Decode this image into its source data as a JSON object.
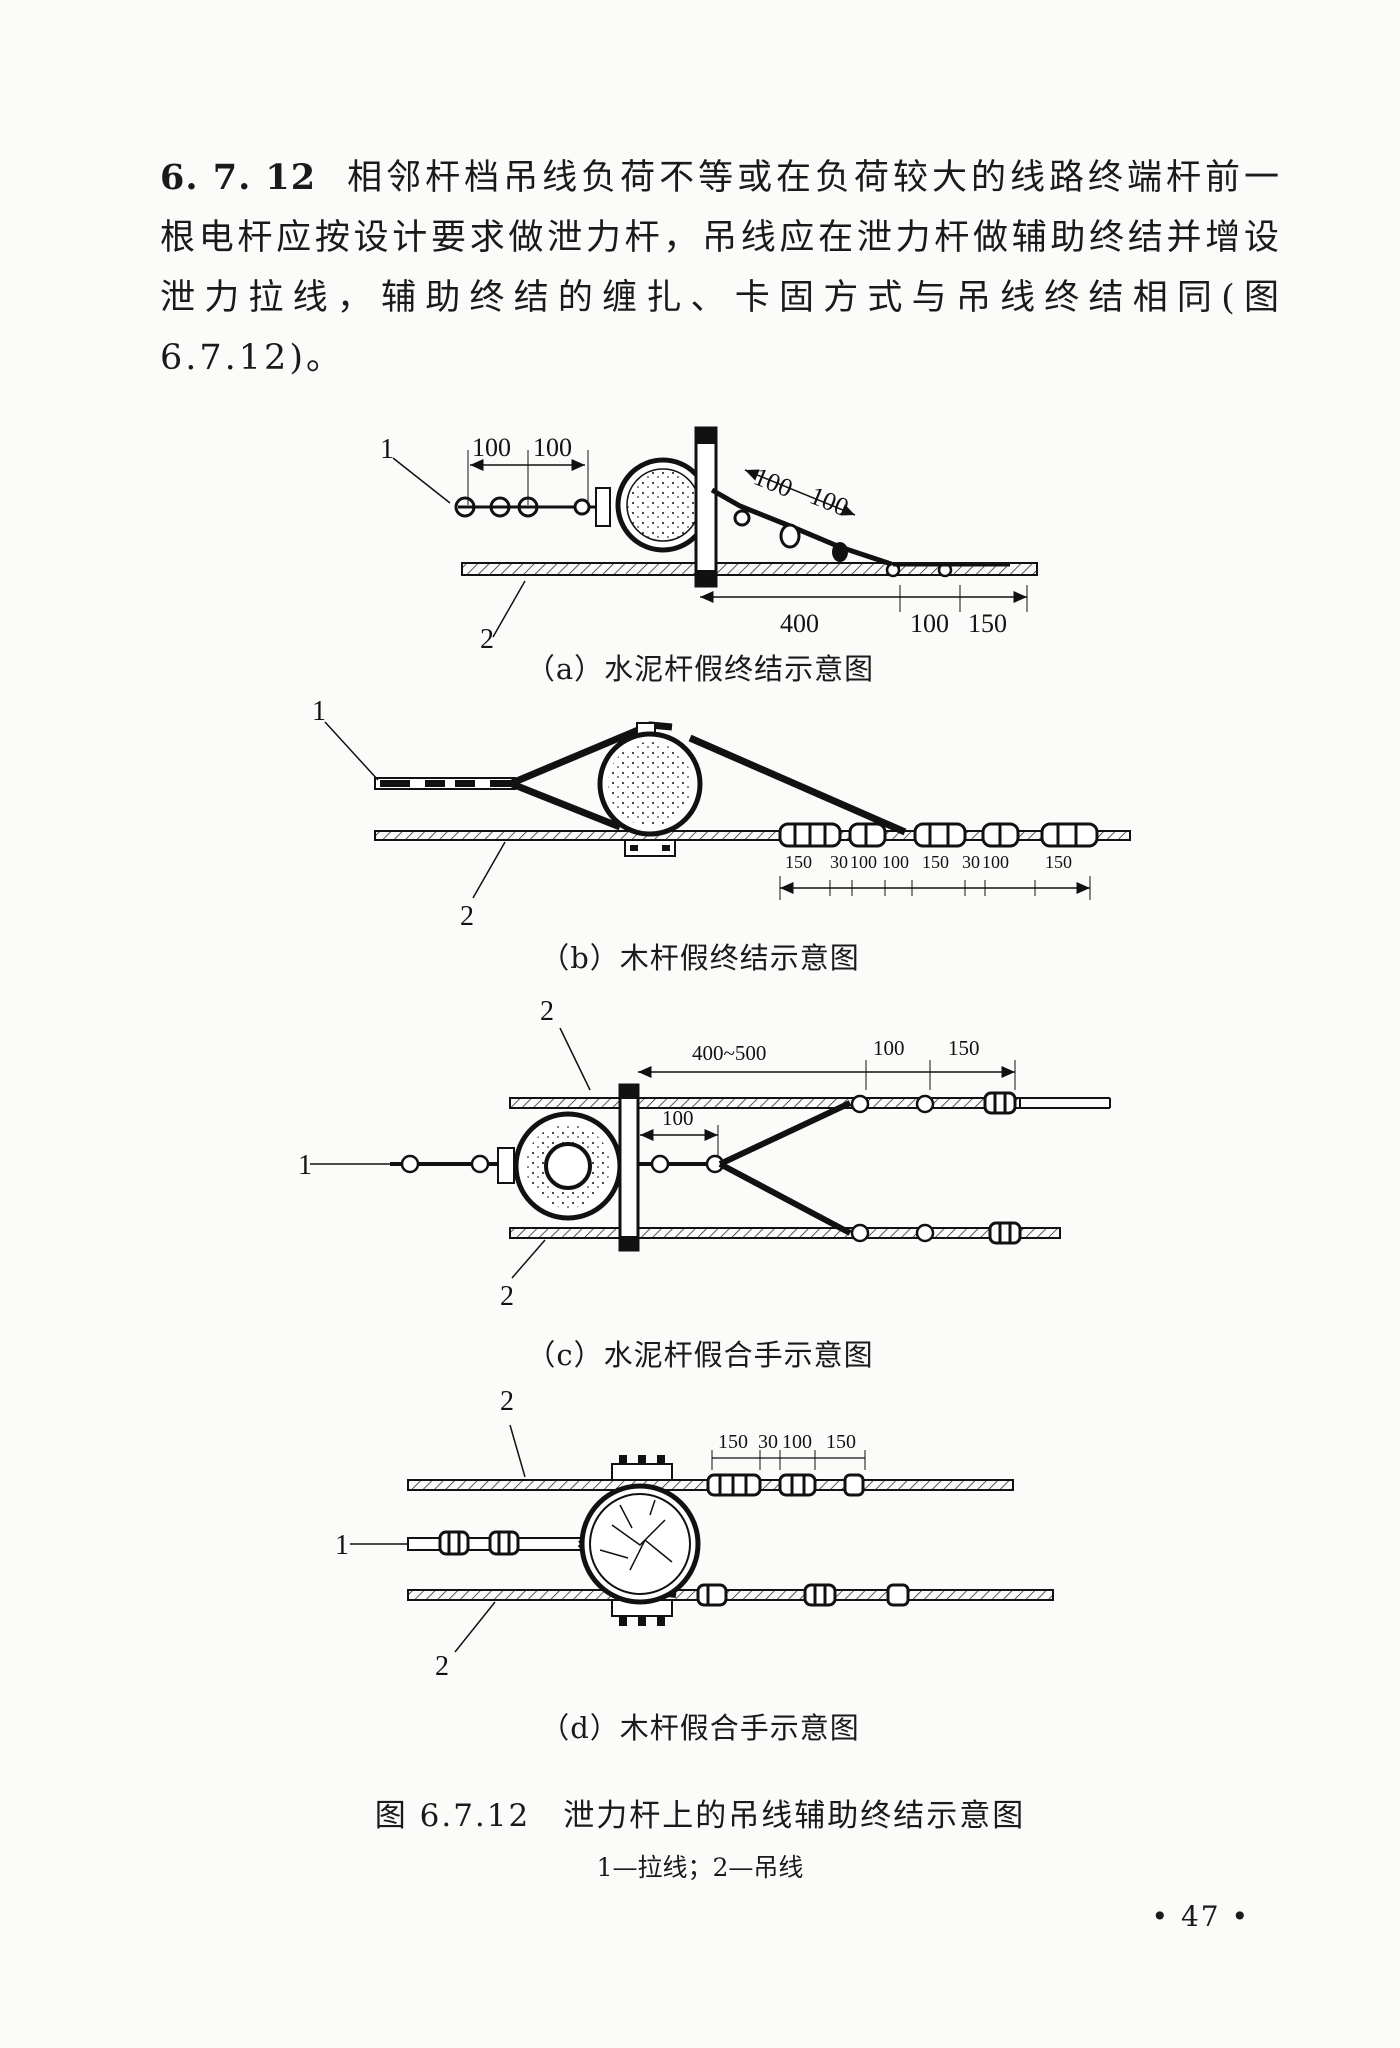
{
  "section": {
    "number": "6. 7. 12",
    "text": "相邻杆档吊线负荷不等或在负荷较大的线路终端杆前一根电杆应按设计要求做泄力杆，吊线应在泄力杆做辅助终结并增设泄力拉线，辅助终结的缠扎、卡固方式与吊线终结相同(图6.7.12)。"
  },
  "figure": {
    "sub_a": {
      "caption": "（a）水泥杆假终结示意图",
      "labels": [
        "1",
        "2"
      ],
      "dims": [
        "100",
        "100",
        "100",
        "100",
        "400",
        "100",
        "150"
      ]
    },
    "sub_b": {
      "caption": "（b）木杆假终结示意图",
      "labels": [
        "1",
        "2"
      ],
      "dims": [
        "150",
        "30",
        "100",
        "100",
        "150",
        "30",
        "100",
        "150"
      ]
    },
    "sub_c": {
      "caption": "（c）水泥杆假合手示意图",
      "labels": [
        "2",
        "1",
        "2"
      ],
      "dims": [
        "400~500",
        "100",
        "150",
        "100"
      ]
    },
    "sub_d": {
      "caption": "（d）木杆假合手示意图",
      "labels": [
        "2",
        "1",
        "2"
      ],
      "dims": [
        "150",
        "30",
        "100",
        "150"
      ]
    },
    "title": "图 6.7.12　泄力杆上的吊线辅助终结示意图",
    "legend": "1—拉线；2—吊线"
  },
  "page_number": "• 47 •"
}
